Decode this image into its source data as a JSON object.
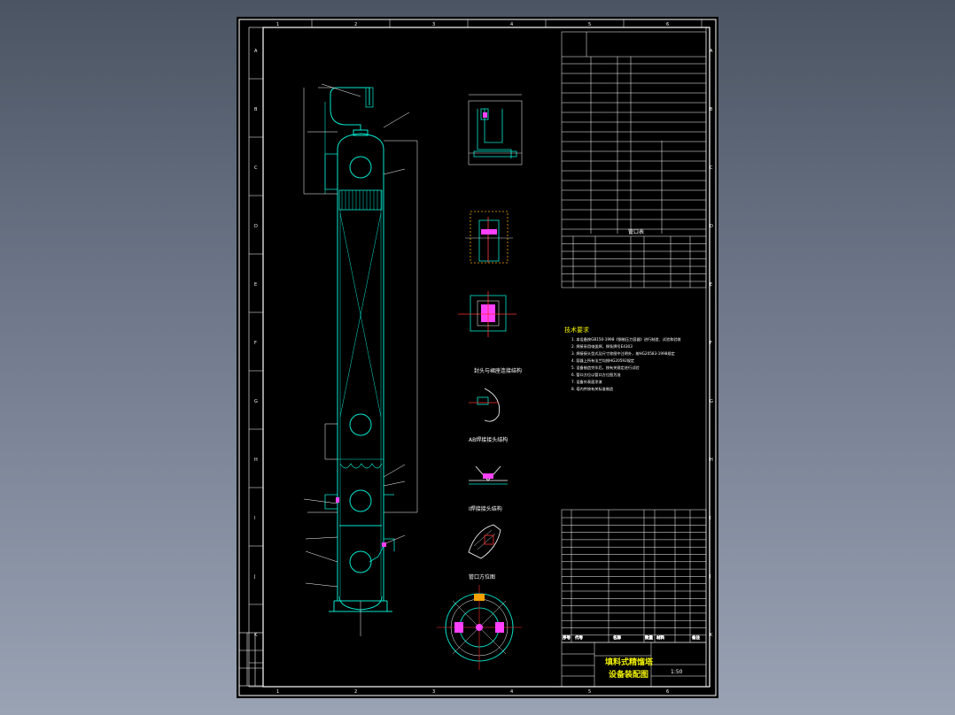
{
  "drawing": {
    "title_line1": "填料式精馏塔",
    "title_line2": "设备装配图",
    "zone_numbers_top": [
      "1",
      "2",
      "3",
      "4",
      "5",
      "6"
    ],
    "zone_letters_side": [
      "A",
      "B",
      "C",
      "D",
      "E",
      "F",
      "G",
      "H",
      "I",
      "J",
      "K"
    ],
    "tech_req_title": "技术要求",
    "tech_req_lines": [
      "1. 本设备按GB150-1998《钢制压力容器》进行制造、试验和验收",
      "2. 焊接采用电弧焊，焊条牌号E4303",
      "3. 焊接接头型式及尺寸除图中注明外，按HG20583-1998规定",
      "4. 容器上所有法兰均按HG20592规定",
      "5. 设备制造完毕后，按有关规定进行试验",
      "6. 管口方位以管口方位图为准",
      "7. 设备外表面涂漆",
      "8. 塔内件按有关标准制造"
    ],
    "detail_labels": [
      "封头与裙座连接结构",
      "AB焊接接头结构",
      "Ⅰ焊接接头结构"
    ],
    "nozzle_view_label": "管口方位图",
    "parts_header": [
      "序号",
      "代号",
      "名称",
      "数量",
      "材料",
      "备注"
    ],
    "nozzle_table_title": "管口表",
    "scale_label": "1:50"
  },
  "colors": {
    "vessel": "#00e8d0",
    "lines": "#ffffff",
    "text_yellow": "#f4f400",
    "accent_red": "#ff2020",
    "magenta": "#ff40ff"
  }
}
